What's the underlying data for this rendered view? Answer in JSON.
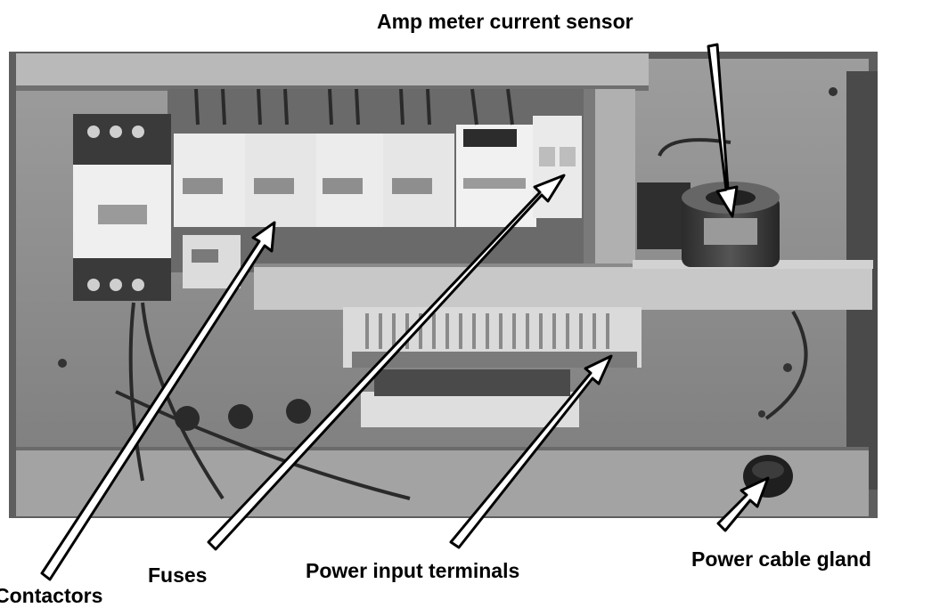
{
  "callouts": {
    "amp_meter": "Amp meter current sensor",
    "contactors": "Contactors",
    "fuses": "Fuses",
    "power_input": "Power input terminals",
    "power_gland": "Power cable gland"
  },
  "colors": {
    "arrow_fill": "#ffffff",
    "arrow_outline": "#000000",
    "panel_grey": "#8f8f8f"
  }
}
